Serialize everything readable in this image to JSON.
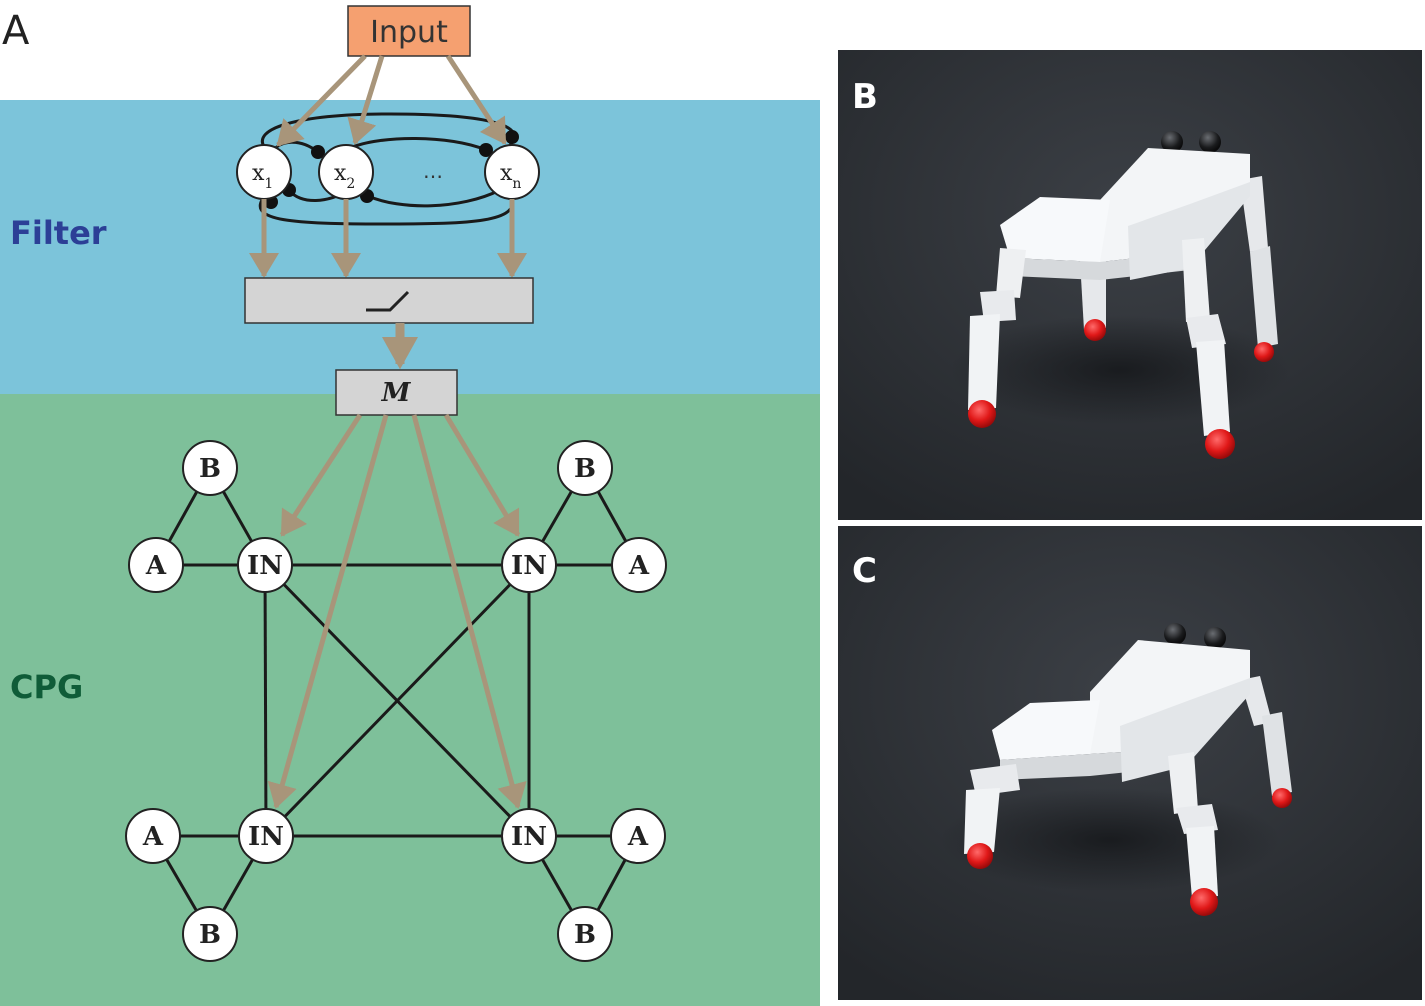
{
  "panel_a": {
    "letter": "A",
    "input_label": "Input",
    "filter_label": "Filter",
    "cpg_label": "CPG",
    "filter_nodes": [
      {
        "main": "x",
        "sub": "1"
      },
      {
        "main": "x",
        "sub": "2"
      },
      {
        "main": "x",
        "sub": "n"
      }
    ],
    "ellipsis": "…",
    "m_label": "M",
    "cpg_nodes": {
      "in": "IN",
      "a": "A",
      "b": "B"
    }
  },
  "panel_b": {
    "letter": "B"
  },
  "panel_c": {
    "letter": "C"
  },
  "colors": {
    "filter_bg": "#7cc4da",
    "cpg_bg": "#7ec09a",
    "input_box": "#f5a070",
    "arrow": "#a8957a",
    "gray_box": "#d4d4d4",
    "filter_text": "#2c3f96",
    "cpg_text": "#0f5c38",
    "render_bg": "#2b2e33",
    "robot": "#f2f4f6",
    "foot": "#e01818"
  }
}
